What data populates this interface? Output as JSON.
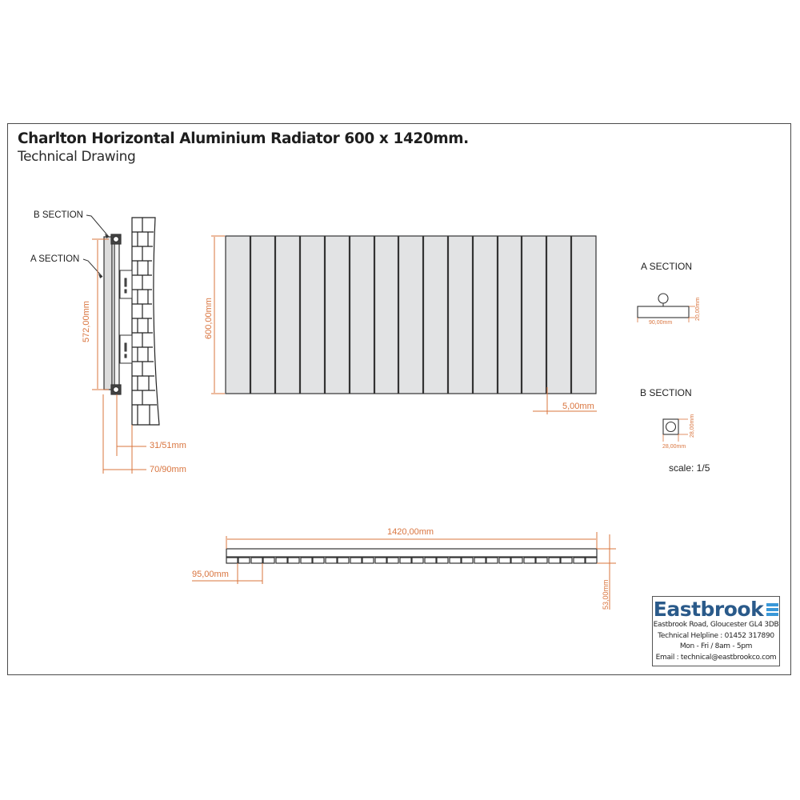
{
  "header": {
    "title": "Charlton Horizontal Aluminium Radiator 600 x 1420mm.",
    "subtitle": "Technical Drawing"
  },
  "side_view": {
    "b_section_label": "B SECTION",
    "a_section_label": "A SECTION",
    "height_dim": "572,00mm",
    "depth_dim_1": "31/51mm",
    "depth_dim_2": "70/90mm"
  },
  "front_view": {
    "height_dim": "600,00mm",
    "gap_dim": "5,00mm",
    "panel_count": 15,
    "panel_color": "#e2e3e4"
  },
  "top_view": {
    "width_dim": "1420,00mm",
    "pitch_dim": "95,00mm",
    "depth_dim": "53,00mm"
  },
  "sections": {
    "a_title": "A SECTION",
    "a_width": "90,00mm",
    "a_height": "20,00mm",
    "b_title": "B SECTION",
    "b_width": "28,00mm",
    "b_height": "28,00mm",
    "scale": "scale: 1/5"
  },
  "company": {
    "name": "Eastbrook",
    "address": "Eastbrook Road, Gloucester GL4 3DB",
    "helpline": "Technical Helpline : 01452 317890",
    "hours": "Mon - Fri / 8am - 5pm",
    "email": "Email : technical@eastbrookco.com",
    "brand_color": "#2a5a8a",
    "accent_color": "#3a98d8"
  },
  "colors": {
    "dimension": "#d9743e",
    "line": "#333333"
  }
}
